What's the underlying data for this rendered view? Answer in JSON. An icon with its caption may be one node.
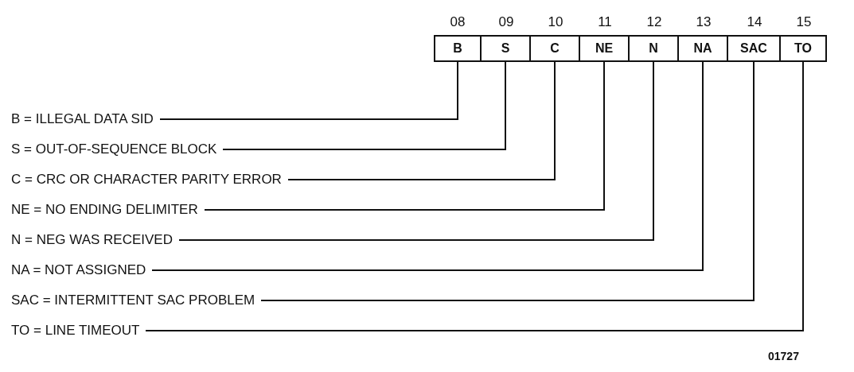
{
  "diagram": {
    "nodes": [
      {
        "text": [
          "B"
        ],
        "beside": [
          "08"
        ]
      },
      {
        "text": [
          "S"
        ],
        "beside": [
          "09"
        ]
      },
      {
        "text": [
          "C"
        ],
        "beside": [
          "10"
        ]
      },
      {
        "text": [
          "NE"
        ],
        "beside": [
          "11"
        ]
      },
      {
        "text": [
          "N"
        ],
        "beside": [
          "12"
        ]
      },
      {
        "text": [
          "NA"
        ],
        "beside": [
          "13"
        ]
      },
      {
        "text": [
          "SAC"
        ],
        "beside": [
          "14"
        ]
      },
      {
        "text": [
          "TO"
        ],
        "beside": [
          "15"
        ]
      },
      {
        "text": [
          "B = ILLEGAL DATA SID"
        ]
      },
      {
        "text": [
          "S = OUT-OF-SEQUENCE BLOCK"
        ]
      },
      {
        "text": [
          "C = CRC OR CHARACTER PARITY ERROR"
        ]
      },
      {
        "text": [
          "NE = NO ENDING DELIMITER"
        ]
      },
      {
        "text": [
          "N = NEG WAS RECEIVED"
        ]
      },
      {
        "text": [
          "NA = NOT ASSIGNED"
        ]
      },
      {
        "text": [
          "SAC = INTERMITTENT SAC PROBLEM"
        ]
      },
      {
        "text": [
          "TO = LINE TIMEOUT"
        ]
      }
    ],
    "edges": [
      {
        "from": 8,
        "to": 0,
        "arrow": "none"
      },
      {
        "from": 9,
        "to": 1,
        "arrow": "none"
      },
      {
        "from": 10,
        "to": 2,
        "arrow": "none"
      },
      {
        "from": 11,
        "to": 3,
        "arrow": "none"
      },
      {
        "from": 12,
        "to": 4,
        "arrow": "none"
      },
      {
        "from": 13,
        "to": 5,
        "arrow": "none"
      },
      {
        "from": 14,
        "to": 6,
        "arrow": "none"
      },
      {
        "from": 15,
        "to": 7,
        "arrow": "none"
      }
    ],
    "labels": [
      "01727"
    ]
  }
}
